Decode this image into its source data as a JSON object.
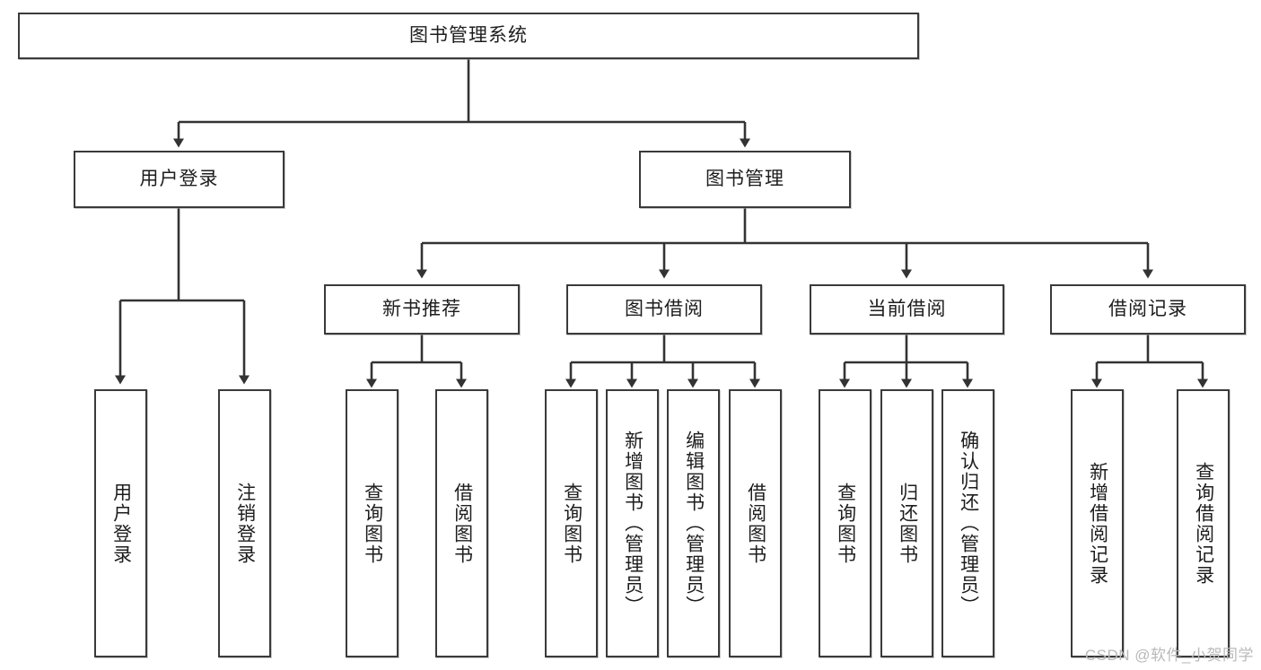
{
  "diagram": {
    "title": "图书管理系统",
    "type": "tree-hierarchy-diagram",
    "watermark": "CSDN @软件_小贺同学",
    "colors": {
      "box_border": "#3a3a3a",
      "box_fill": "#ffffff",
      "edge": "#333333",
      "text": "#1d1d1d",
      "watermark": "#b9b9b9"
    },
    "root": {
      "label": "图书管理系统"
    },
    "level2": [
      {
        "id": "user-login",
        "label": "用户登录"
      },
      {
        "id": "book-manage",
        "label": "图书管理"
      }
    ],
    "level3": [
      {
        "id": "new-book-recommend",
        "label": "新书推荐"
      },
      {
        "id": "book-borrow",
        "label": "图书借阅"
      },
      {
        "id": "current-borrow",
        "label": "当前借阅"
      },
      {
        "id": "borrow-record",
        "label": "借阅记录"
      }
    ],
    "leaves": {
      "user-login": [
        {
          "id": "leaf-user-login",
          "label": "用户登录"
        },
        {
          "id": "leaf-user-logout",
          "label": "注销登录"
        }
      ],
      "new-book-recommend": [
        {
          "id": "leaf-query-book-1",
          "label": "查询图书"
        },
        {
          "id": "leaf-borrow-book-1",
          "label": "借阅图书"
        }
      ],
      "book-borrow": [
        {
          "id": "leaf-query-book-2",
          "label": "查询图书"
        },
        {
          "id": "leaf-add-book",
          "label": "新增图书（管理员）"
        },
        {
          "id": "leaf-edit-book",
          "label": "编辑图书（管理员）"
        },
        {
          "id": "leaf-borrow-book-2",
          "label": "借阅图书"
        }
      ],
      "current-borrow": [
        {
          "id": "leaf-query-book-3",
          "label": "查询图书"
        },
        {
          "id": "leaf-return-book",
          "label": "归还图书"
        },
        {
          "id": "leaf-confirm-return",
          "label": "确认归还（管理员）"
        }
      ],
      "borrow-record": [
        {
          "id": "leaf-add-record",
          "label": "新增借阅记录"
        },
        {
          "id": "leaf-query-record",
          "label": "查询借阅记录"
        }
      ]
    }
  }
}
